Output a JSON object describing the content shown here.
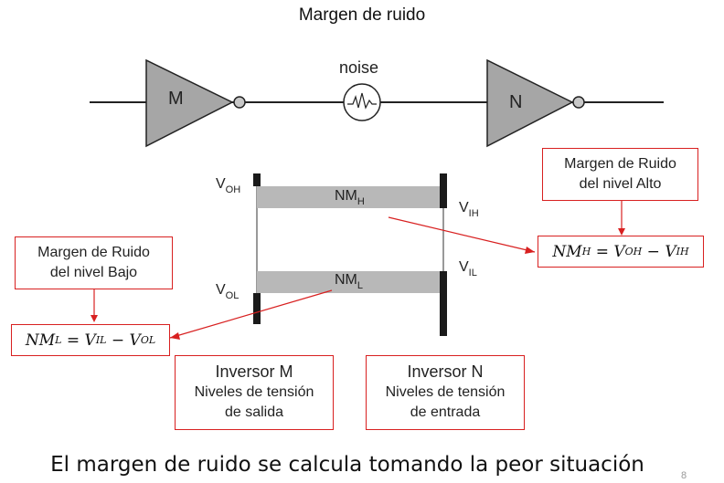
{
  "title": "Margen de ruido",
  "noise_label": "noise",
  "gate_m": "M",
  "gate_n": "N",
  "levels": {
    "voh": {
      "main": "V",
      "sub": "OH"
    },
    "vol": {
      "main": "V",
      "sub": "OL"
    },
    "vih": {
      "main": "V",
      "sub": "IH"
    },
    "vil": {
      "main": "V",
      "sub": "IL"
    },
    "nmh": {
      "main": "NM",
      "sub": "H"
    },
    "nml": {
      "main": "NM",
      "sub": "L"
    }
  },
  "box_high": {
    "line1": "Margen de Ruido",
    "line2": "del nivel Alto"
  },
  "box_low": {
    "line1": "Margen de Ruido",
    "line2": "del nivel Bajo"
  },
  "formula_high": {
    "lhs": "NM",
    "lhs_sub": "H",
    "eq": " = ",
    "a": "V",
    "a_sub": "OH",
    "minus": " − ",
    "b": "V",
    "b_sub": "IH"
  },
  "formula_low": {
    "lhs": "NM",
    "lhs_sub": "L",
    "eq": " = ",
    "a": "V",
    "a_sub": "IL",
    "minus": " − ",
    "b": "V",
    "b_sub": "OL"
  },
  "inv_m": {
    "line1": "Inversor M",
    "line2": "Niveles de tensión",
    "line3": "de salida"
  },
  "inv_n": {
    "line1": "Inversor N",
    "line2": "Niveles de tensión",
    "line3": "de entrada"
  },
  "bottom_text": "El margen de ruido se calcula tomando la peor situación",
  "page_number": "8",
  "colors": {
    "accent_red": "#d82020",
    "gate_gray": "#a6a6a6",
    "band_gray": "#b8b8b8"
  }
}
